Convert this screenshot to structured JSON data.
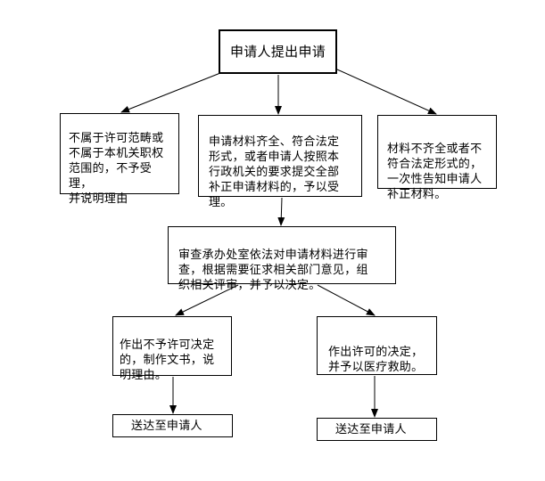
{
  "diagram": {
    "nodes": {
      "start": "申请人提出申请",
      "not_accepted": "不属于许可范畴或\n不属于本机关职权\n范围的，不予受理，\n并说明理由",
      "accepted": "申请材料齐全、符合法定\n形式，或者申请人按照本\n行政机关的要求提交全部\n补正申请材料的，予以受理。",
      "supplement": "材料不齐全或者不\n符合法定形式的，\n一次性告知申请人\n补正材料。",
      "review": "审查承办处室依法对申请材料进行审\n查，根据需要征求相关部门意见，组\n织相关评审，并予以决定。",
      "deny": "作出不予许可决定\n的，制作文书，说\n明理由。",
      "grant": "作出许可的决定，\n并予以医疗救助。",
      "deliver_deny": "送达至申请人",
      "deliver_grant": "送达至申请人"
    },
    "edges": [
      {
        "from": "start",
        "to": "not_accepted"
      },
      {
        "from": "start",
        "to": "accepted"
      },
      {
        "from": "start",
        "to": "supplement"
      },
      {
        "from": "accepted",
        "to": "review"
      },
      {
        "from": "review",
        "to": "deny"
      },
      {
        "from": "review",
        "to": "grant"
      },
      {
        "from": "deny",
        "to": "deliver_deny"
      },
      {
        "from": "grant",
        "to": "deliver_grant"
      }
    ],
    "line_color": "#000000",
    "box_border_color": "#000000"
  }
}
